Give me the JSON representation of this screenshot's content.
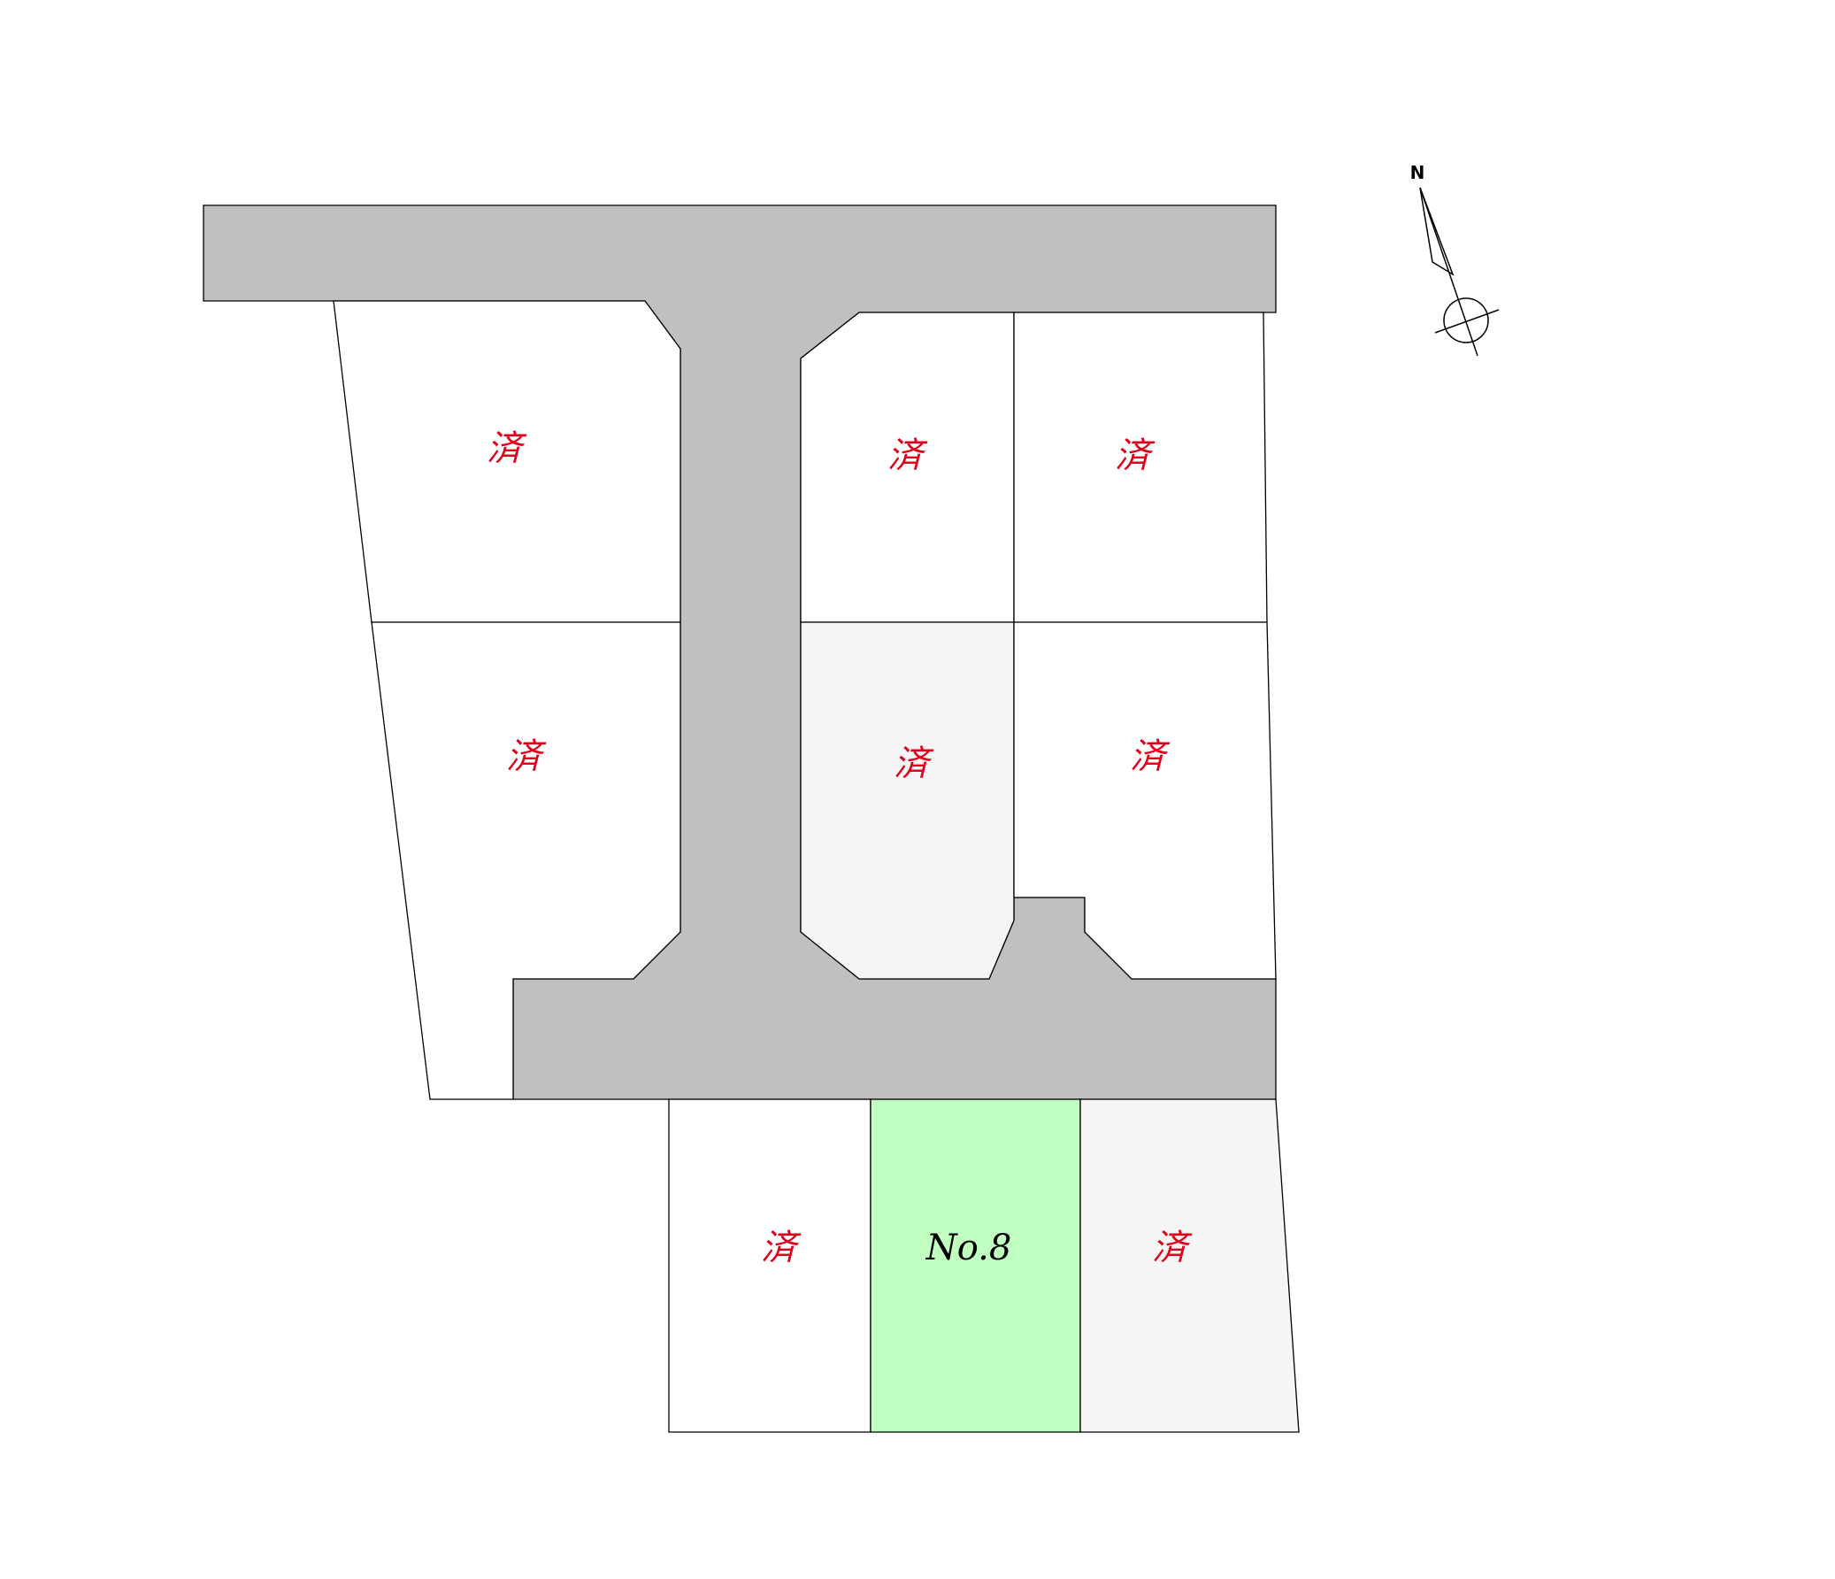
{
  "colors": {
    "road": "#c0c0c0",
    "lot_default": "#ffffff",
    "lot_shaded": "#f5f5f5",
    "lot_highlight": "#c0ffc0",
    "sold_text": "#e0001a",
    "label_text": "#000000"
  },
  "lots": [
    {
      "label": "済",
      "status": "sold",
      "fill": "white"
    },
    {
      "label": "済",
      "status": "sold",
      "fill": "white"
    },
    {
      "label": "済",
      "status": "sold",
      "fill": "white"
    },
    {
      "label": "済",
      "status": "sold",
      "fill": "white"
    },
    {
      "label": "済",
      "status": "sold",
      "fill": "shaded"
    },
    {
      "label": "済",
      "status": "sold",
      "fill": "white"
    },
    {
      "label": "済",
      "status": "sold",
      "fill": "white"
    },
    {
      "label": "No.8",
      "status": "available",
      "fill": "highlight"
    },
    {
      "label": "済",
      "status": "sold",
      "fill": "shaded"
    }
  ],
  "compass": {
    "label": "N",
    "icon": "north-arrow-icon"
  }
}
